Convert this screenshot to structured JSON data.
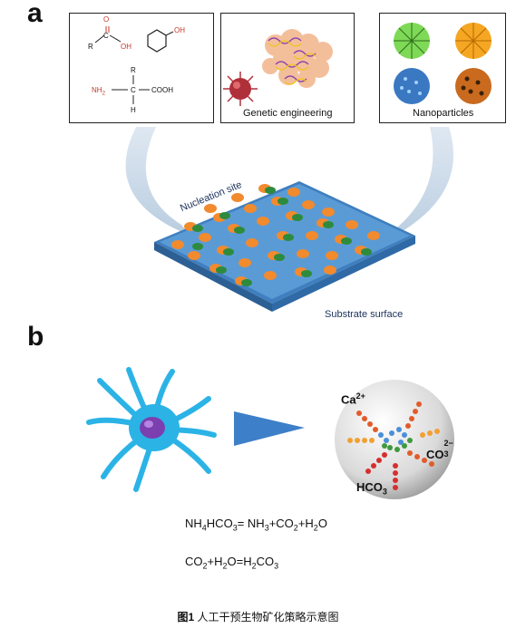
{
  "panel_a": {
    "letter": "a",
    "box1": {
      "labels": {
        "r_top": "R",
        "oh": "OH",
        "o": "O",
        "c": "C",
        "phenol_oh": "OH",
        "r_mid": "R",
        "nh2": "NH",
        "nh2_sub": "2",
        "c_center": "C",
        "cooh": "COOH",
        "h": "H"
      }
    },
    "box2": {
      "caption": "Genetic engineering"
    },
    "box3": {
      "caption": "Nanoparticles"
    },
    "substrate": {
      "nucleation_label": "Nucleation site",
      "surface_label": "Substrate surface"
    }
  },
  "panel_b": {
    "letter": "b",
    "sphere_labels": {
      "ca": "Ca",
      "ca_sup": "2+",
      "co3": "CO",
      "co3_sub": "3",
      "co3_sup": "2−",
      "hco3": "HCO",
      "hco3_sub": "3"
    },
    "equation1": {
      "p1": "NH",
      "s1": "4",
      "p2": "HCO",
      "s2": "3",
      "p3": "= NH",
      "s3": "3",
      "p4": "+CO",
      "s4": "2",
      "p5": "+H",
      "s5": "2",
      "p6": "O"
    },
    "equation2": {
      "p1": "CO",
      "s1": "2",
      "p2": "+H",
      "s2": "2",
      "p3": "O=H",
      "s3": "2",
      "p4": "CO",
      "s4": "3"
    }
  },
  "caption": {
    "label": "图1",
    "text": " 人工干预生物矿化策略示意图"
  },
  "colors": {
    "substrate_top": "#5b9bd5",
    "substrate_side": "#3f7fbf",
    "nucleus_orange": "#f28a2e",
    "leaf_green": "#2e8b3d",
    "cell_cyan": "#2bb3e6",
    "cell_purple": "#7b3fb0",
    "arrow_blue": "#3d7fc8",
    "virus_red": "#b0303a"
  }
}
